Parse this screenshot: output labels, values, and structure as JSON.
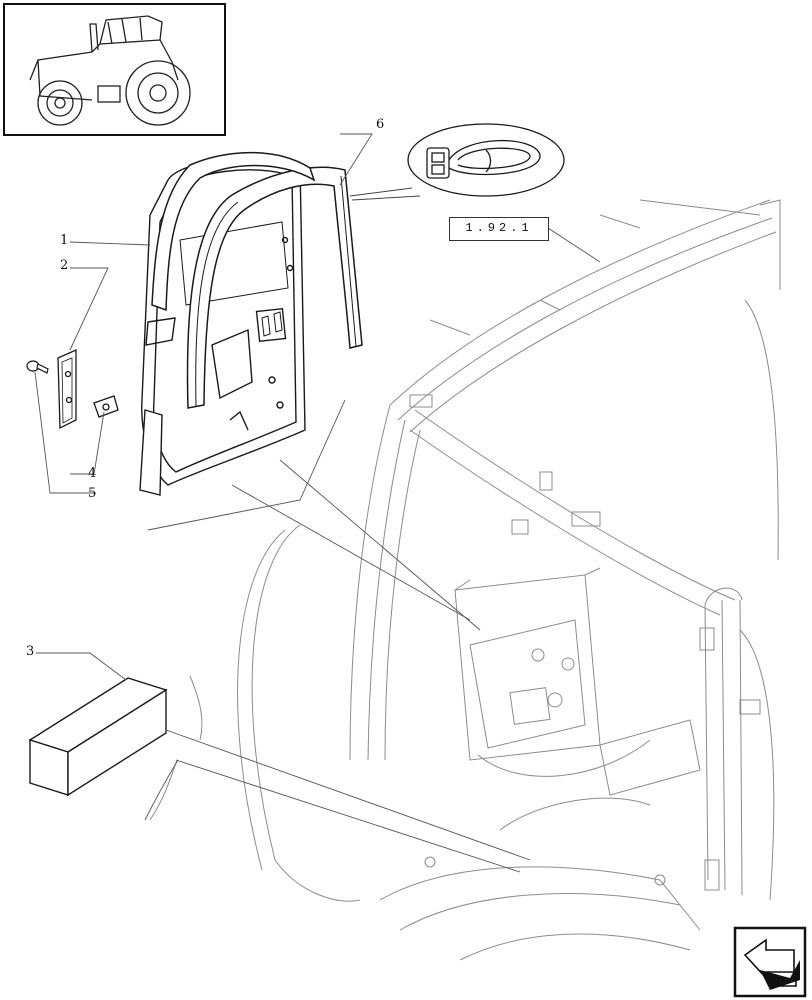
{
  "callouts": {
    "c1": "1",
    "c2": "2",
    "c3": "3",
    "c4": "4",
    "c5": "5",
    "c6": "6"
  },
  "reference": "1.92.1",
  "icons": {
    "navigation": "next-page-arrow-icon",
    "thumbnail": "tractor-thumbnail-icon",
    "seal_detail": "seal-profile-detail-icon"
  },
  "colors": {
    "line": "#222222",
    "faint_line": "#9a9a9a",
    "background": "#ffffff"
  }
}
